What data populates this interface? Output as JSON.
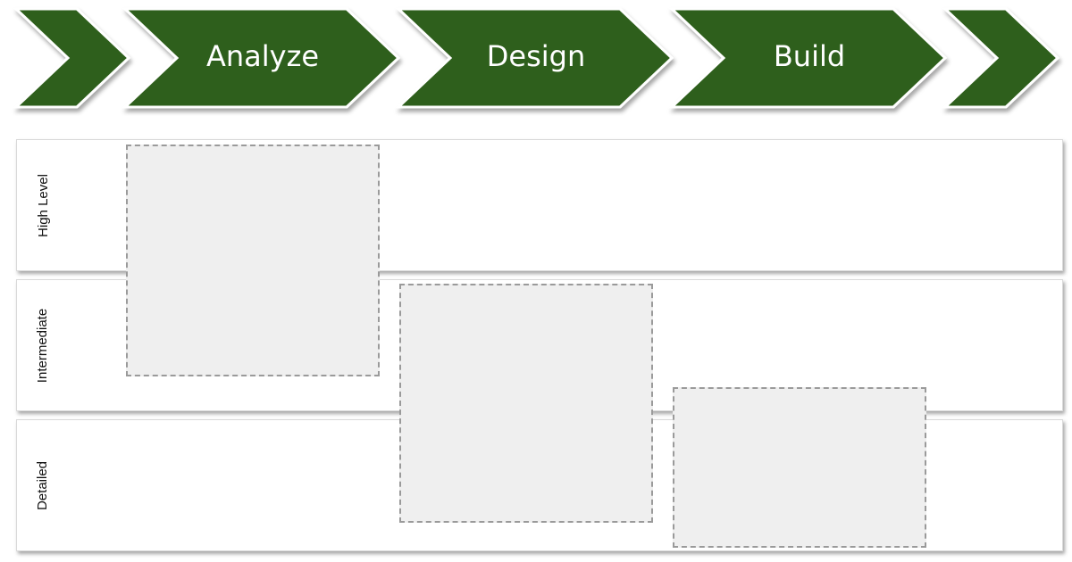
{
  "phases": [
    "Analyze",
    "Design",
    "Build"
  ],
  "levels": [
    "High Level",
    "Intermediate",
    "Detailed"
  ],
  "colors": {
    "chevron_fill": "#2f5e1c",
    "chevron_border": "#ffffff",
    "placeholder_fill": "#efefef",
    "placeholder_border": "#9a9a9a"
  }
}
